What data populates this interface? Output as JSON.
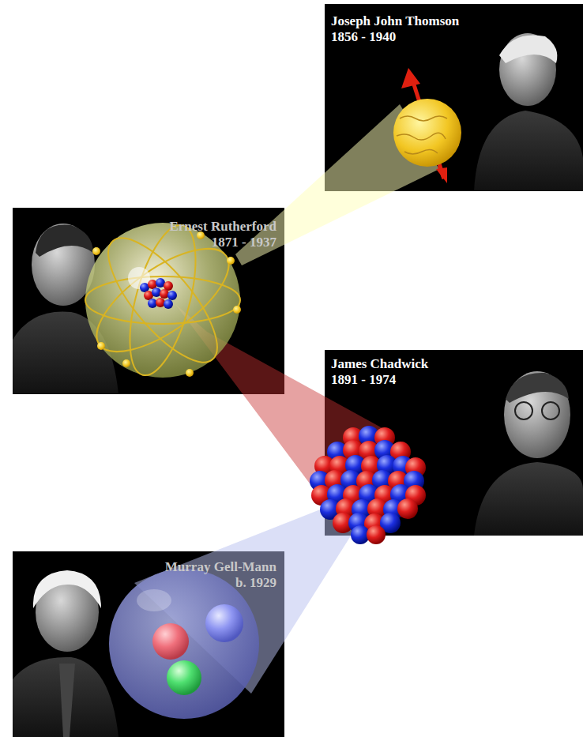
{
  "diagram": {
    "nodes": [
      {
        "text": [
          "Joseph John Thomson",
          "1856 - 1940"
        ]
      },
      {
        "text": [
          "Ernest Rutherford",
          "1871 - 1937"
        ]
      },
      {
        "text": [
          "James Chadwick",
          "1891 - 1974"
        ]
      },
      {
        "text": [
          "Murray Gell-Mann",
          "b. 1929"
        ]
      }
    ]
  }
}
